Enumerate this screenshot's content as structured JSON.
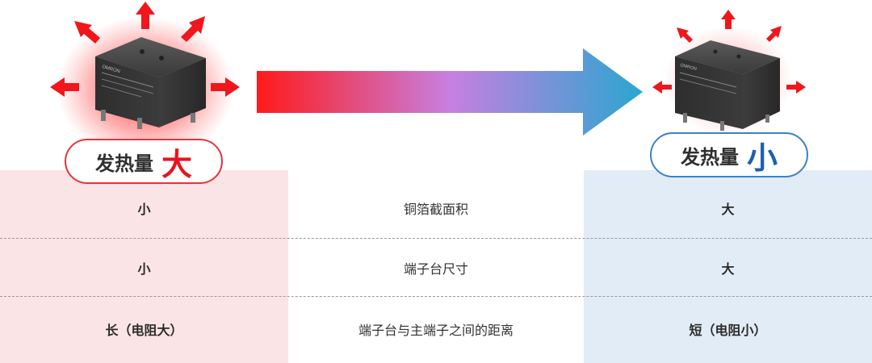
{
  "heat_labels": {
    "left": {
      "text": "发热量",
      "emphasis": "大"
    },
    "right": {
      "text": "发热量",
      "emphasis": "小"
    }
  },
  "rows": [
    {
      "left": "小",
      "center": "铜箔截面积",
      "right": "大"
    },
    {
      "left": "小",
      "center": "端子台尺寸",
      "right": "大"
    },
    {
      "left": "长（电阻大）",
      "center": "端子台与主端子之间的距离",
      "right": "短（电阻小）"
    }
  ],
  "relay_label": "OMRON",
  "colors": {
    "heat_red": "#e8141d",
    "cool_blue": "#1c5fb0",
    "gradient": [
      "#ff1a1a",
      "#c77fe0",
      "#2aa6d0"
    ],
    "left_column_bg": "#fbe4e6",
    "right_column_bg": "#e2ecf6"
  }
}
